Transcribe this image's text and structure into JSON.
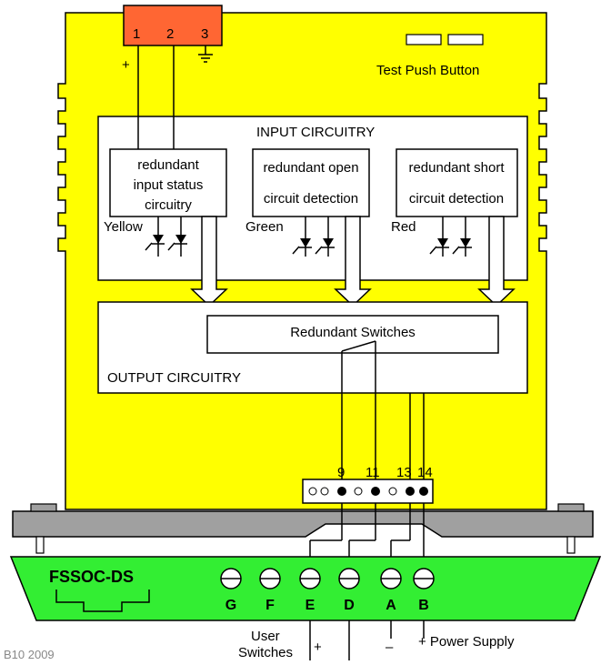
{
  "connector": {
    "pins": [
      "1",
      "2",
      "3"
    ],
    "plus_sign": "+"
  },
  "test_button_label": "Test Push Button",
  "input_section": {
    "title": "INPUT CIRCUITRY",
    "modules": [
      {
        "lines": [
          "redundant",
          "input status",
          "circuitry"
        ],
        "led_label": "Yellow"
      },
      {
        "lines": [
          "redundant open",
          "circuit detection"
        ],
        "led_label": "Green"
      },
      {
        "lines": [
          "redundant short",
          "circuit detection"
        ],
        "led_label": "Red"
      }
    ]
  },
  "output_section": {
    "title": "OUTPUT CIRCUITRY",
    "switch_label": "Redundant Switches"
  },
  "pin_numbers": [
    "9",
    "11",
    "13",
    "14"
  ],
  "base": {
    "model": "FSSOC-DS",
    "terminals": [
      "G",
      "F",
      "E",
      "D",
      "A",
      "B"
    ],
    "user_switches_label": [
      "User",
      "Switches"
    ],
    "power_supply_label": "+ Power Supply",
    "sign_plus_left": "+",
    "sign_minus": "–"
  },
  "footer_code": "B10 2009"
}
